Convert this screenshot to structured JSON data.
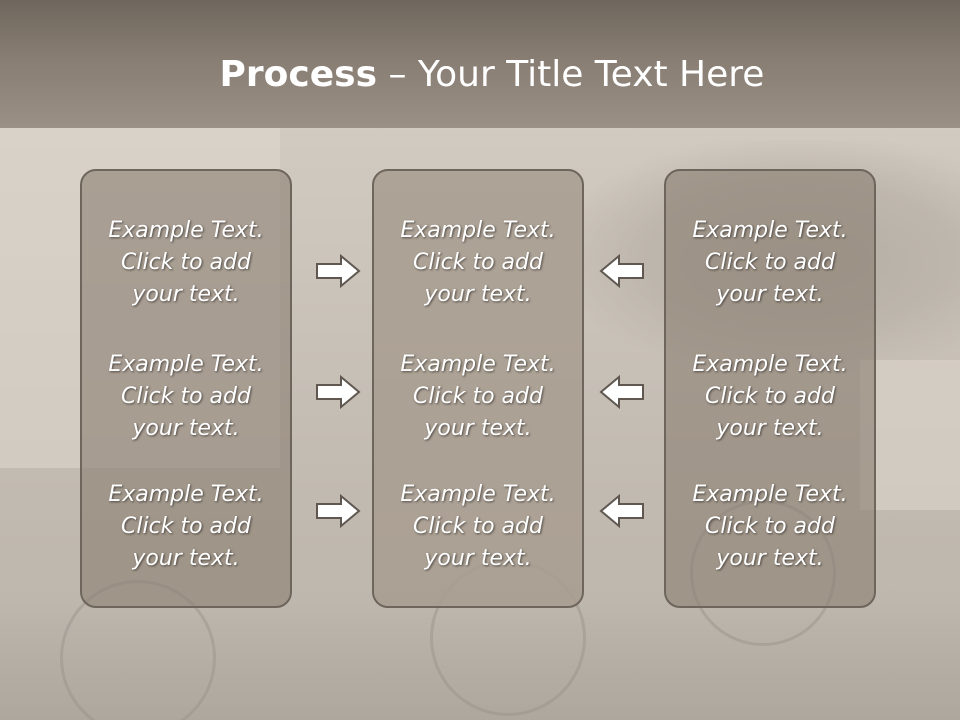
{
  "title": {
    "bold": "Process",
    "rest": " – Your Title Text Here"
  },
  "columns": [
    {
      "items": [
        "Example Text. Click  to add your text.",
        "Example Text. Click  to add your text.",
        "Example Text. Click  to add your text."
      ]
    },
    {
      "items": [
        "Example Text. Click  to add your text.",
        "Example Text. Click  to add your text.",
        "Example Text. Click  to add your text."
      ]
    },
    {
      "items": [
        "Example Text. Click  to add your text.",
        "Example Text. Click  to add your text.",
        "Example Text. Click  to add your text."
      ]
    }
  ],
  "lines": {
    "l1": "Example Text.",
    "l2": "Click  to add",
    "l3": "your text."
  },
  "arrows": {
    "left_group": "arrow-right-icon",
    "right_group": "arrow-left-icon"
  },
  "colors": {
    "title_bar": "#877d73",
    "box_fill": "#a89d91",
    "box_border": "#6e655c",
    "arrow_fill": "#ffffff",
    "arrow_stroke": "#5f5750"
  }
}
